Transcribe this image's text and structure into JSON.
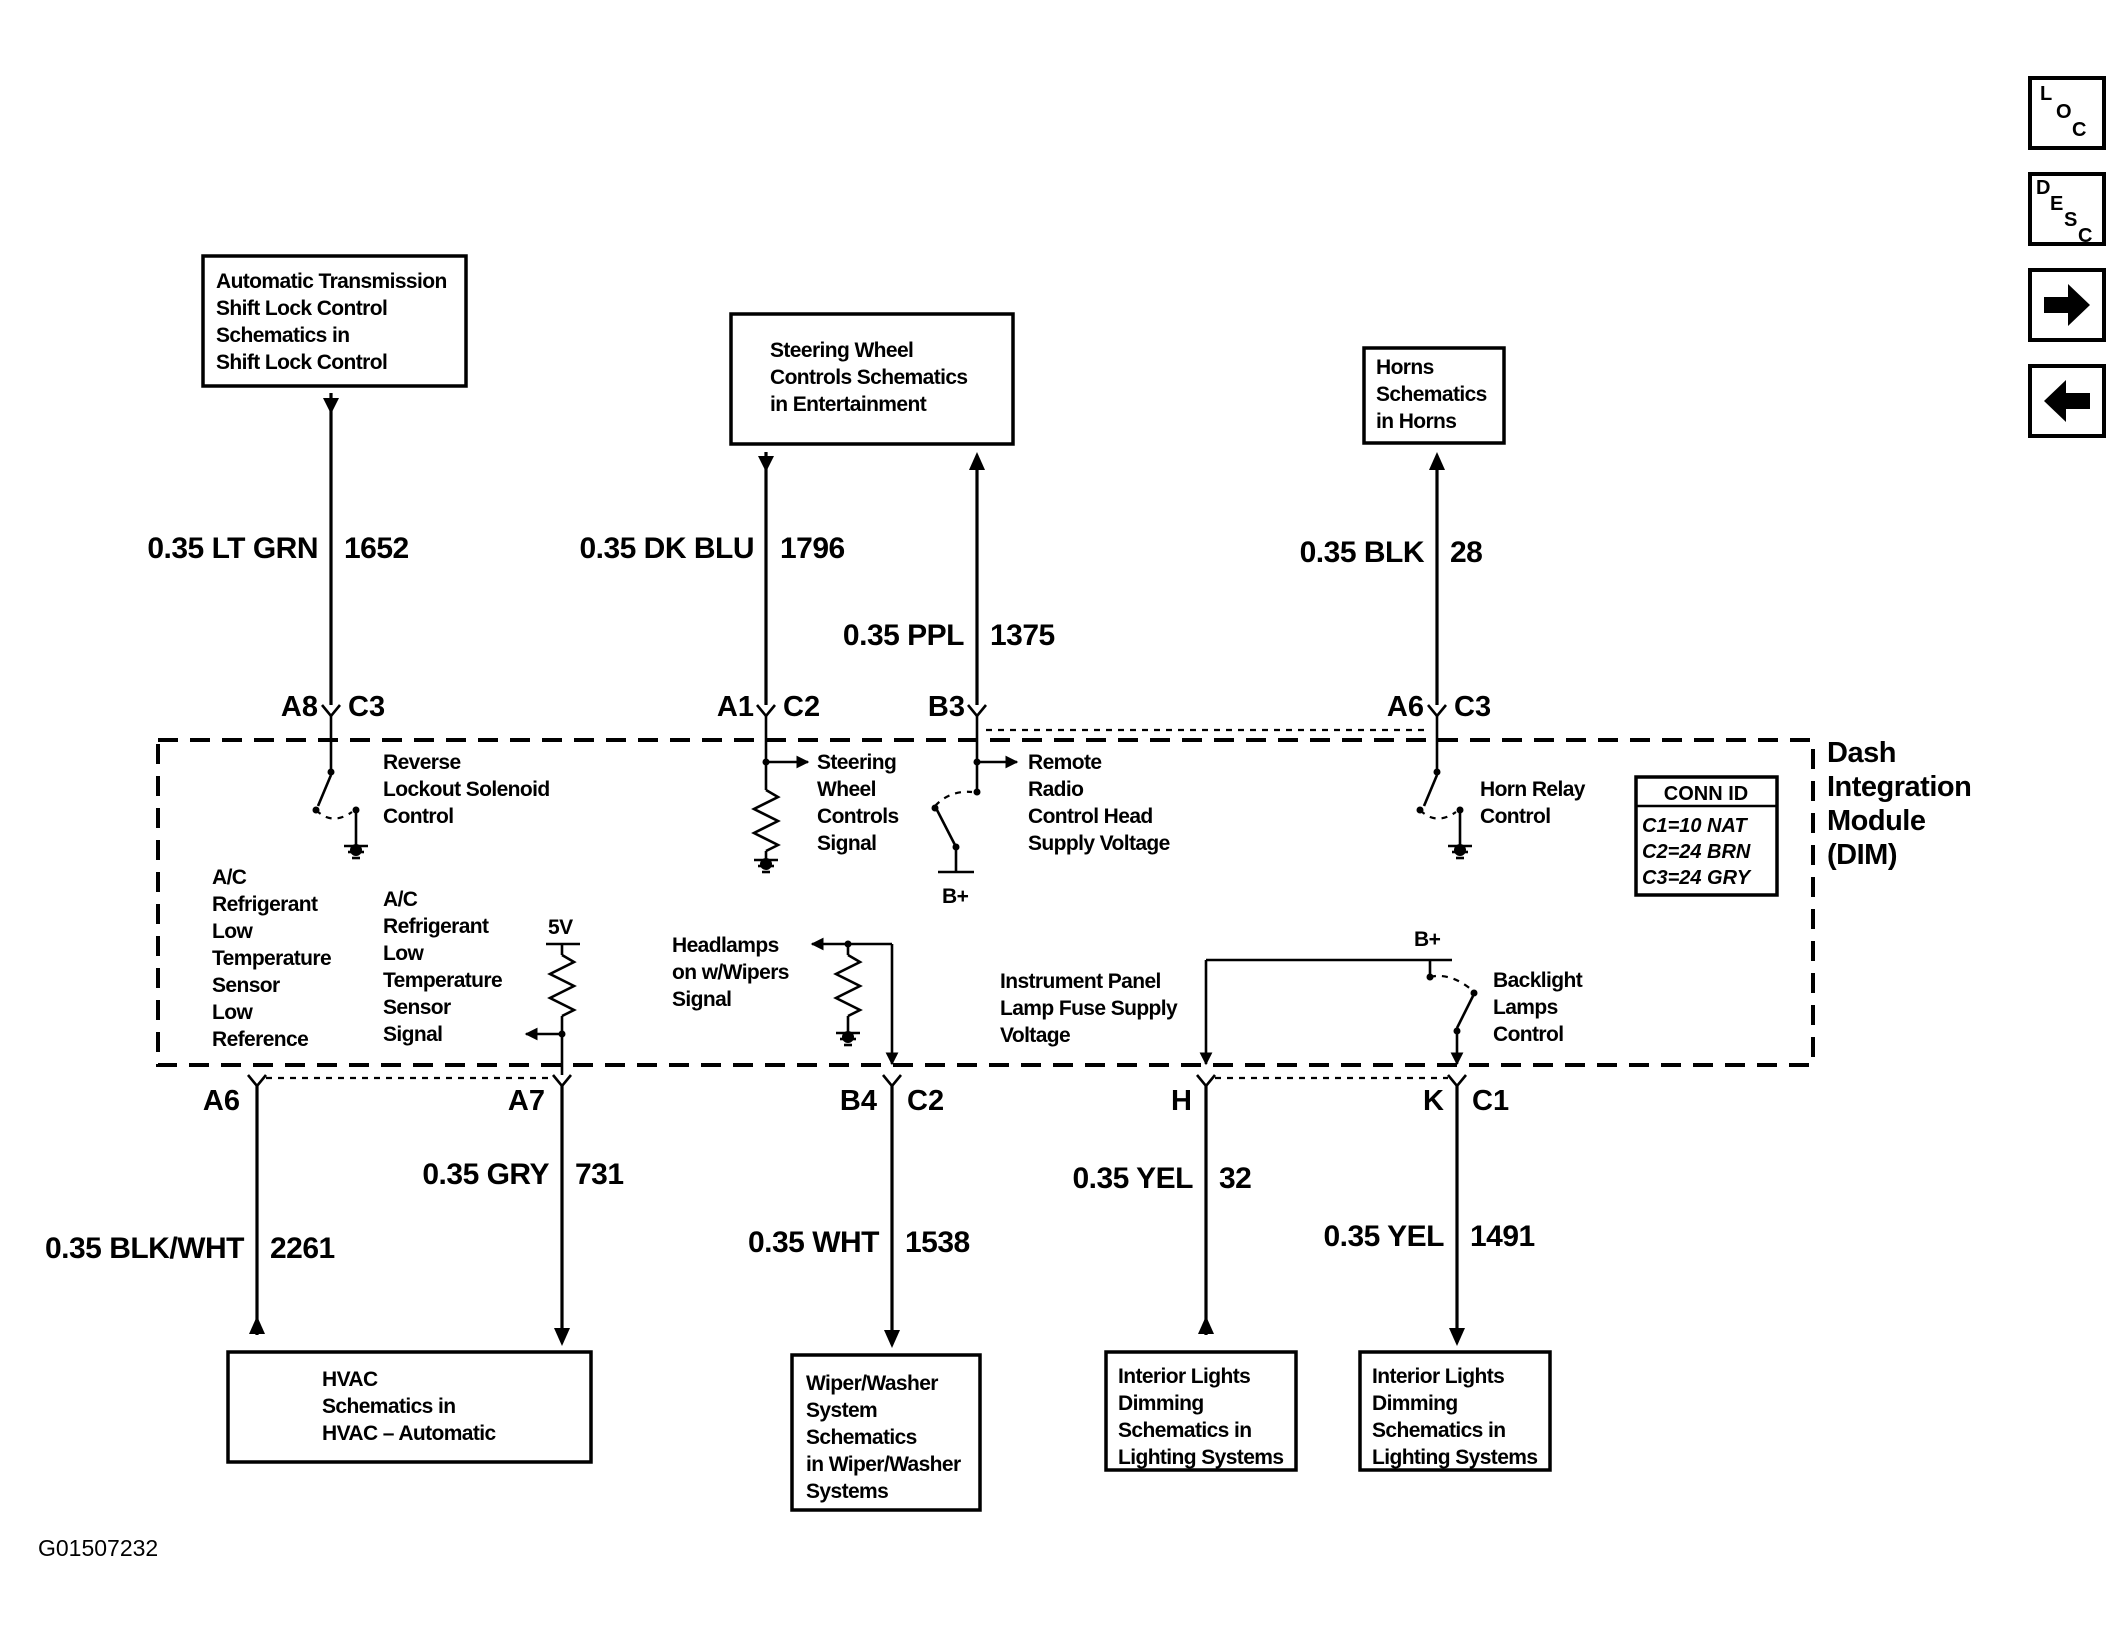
{
  "figure_id": "G01507232",
  "module": {
    "lines": [
      "Dash",
      "Integration",
      "Module",
      "(DIM)"
    ]
  },
  "conn_id": {
    "title": "CONN ID",
    "lines": [
      "C1=10 NAT",
      "C2=24 BRN",
      "C3=24 GRY"
    ]
  },
  "nav": {
    "loc": [
      "L",
      "O",
      "C"
    ],
    "desc": [
      "D",
      "E",
      "S",
      "C"
    ],
    "next_arrow": "⮕",
    "prev_arrow": "⬅"
  },
  "boxes": {
    "shift_lock": [
      "Automatic Transmission",
      "Shift Lock Control",
      "Schematics in",
      "Shift Lock Control"
    ],
    "steering_wheel": [
      "Steering Wheel",
      "Controls Schematics",
      "in Entertainment"
    ],
    "horns": [
      "Horns",
      "Schematics",
      "in Horns"
    ],
    "hvac": [
      "HVAC",
      "Schematics in",
      "HVAC – Automatic"
    ],
    "wiper": [
      "Wiper/Washer",
      "System",
      "Schematics",
      "in Wiper/Washer",
      "Systems"
    ],
    "interior_1": [
      "Interior Lights",
      "Dimming",
      "Schematics in",
      "Lighting Systems"
    ],
    "interior_2": [
      "Interior Lights",
      "Dimming",
      "Schematics in",
      "Lighting Systems"
    ]
  },
  "wires": {
    "w1652": {
      "gauge_color": "0.35 LT GRN",
      "circuit": "1652"
    },
    "w1796": {
      "gauge_color": "0.35 DK BLU",
      "circuit": "1796"
    },
    "w1375": {
      "gauge_color": "0.35 PPL",
      "circuit": "1375"
    },
    "w28": {
      "gauge_color": "0.35 BLK",
      "circuit": "28"
    },
    "w2261": {
      "gauge_color": "0.35 BLK/WHT",
      "circuit": "2261"
    },
    "w731": {
      "gauge_color": "0.35 GRY",
      "circuit": "731"
    },
    "w1538": {
      "gauge_color": "0.35 WHT",
      "circuit": "1538"
    },
    "w32": {
      "gauge_color": "0.35 YEL",
      "circuit": "32"
    },
    "w1491": {
      "gauge_color": "0.35 YEL",
      "circuit": "1491"
    }
  },
  "pins": {
    "a8": "A8",
    "c3_a8": "C3",
    "a1": "A1",
    "c2_a1": "C2",
    "b3": "B3",
    "a6_top": "A6",
    "c3_a6": "C3",
    "a6_bot": "A6",
    "a7": "A7",
    "b4": "B4",
    "c2_b4": "C2",
    "h": "H",
    "k": "K",
    "c1_k": "C1"
  },
  "internal": {
    "reverse": [
      "Reverse",
      "Lockout  Solenoid",
      "Control"
    ],
    "steering": [
      "Steering",
      "Wheel",
      "Controls",
      "Signal"
    ],
    "remote": [
      "Remote",
      "Radio",
      "Control Head",
      "Supply Voltage"
    ],
    "horn_relay": [
      "Horn Relay",
      "Control"
    ],
    "ac_low_ref": [
      "A/C",
      "Refrigerant",
      "Low",
      "Temperature",
      "Sensor",
      "Low",
      "Reference"
    ],
    "ac_signal": [
      "A/C",
      "Refrigerant",
      "Low",
      "Temperature",
      "Sensor",
      "Signal"
    ],
    "five_v": "5V",
    "headlamps": [
      "Headlamps",
      "on w/Wipers",
      "Signal"
    ],
    "ip_lamp": [
      "Instrument Panel",
      "Lamp Fuse Supply",
      "Voltage"
    ],
    "backlight": [
      "Backlight",
      "Lamps",
      "Control"
    ],
    "bplus_remote": "B+",
    "bplus_backlight": "B+"
  }
}
